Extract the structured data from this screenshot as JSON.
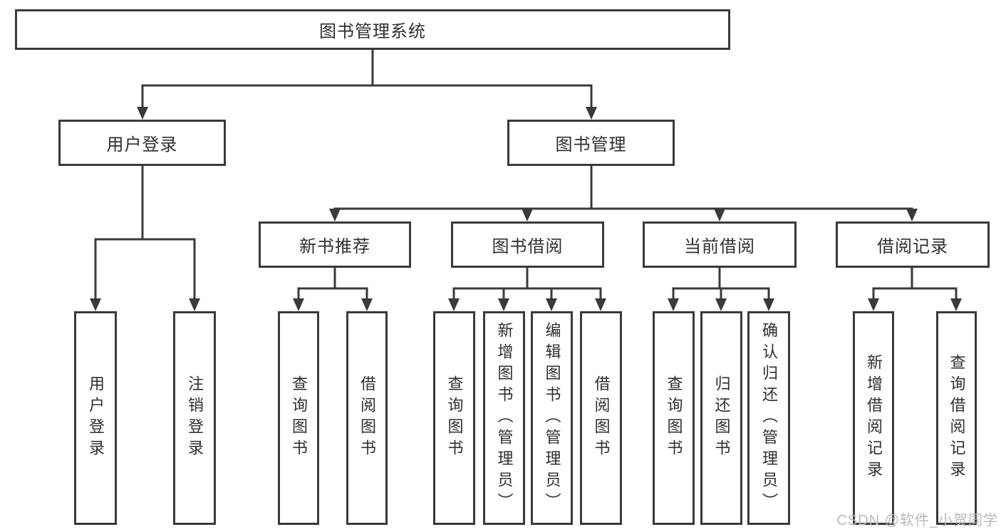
{
  "diagram_title": "图书管理系统",
  "watermark": "CSDN @软件_小贺同学",
  "colors": {
    "line": "#3a3a3a",
    "text": "#2f2f2f",
    "box_background": "#ffffff",
    "watermark": "#b4bac2"
  },
  "nodes": {
    "root": "图书管理系统",
    "level2": [
      "用户登录",
      "图书管理"
    ],
    "level3": [
      "新书推荐",
      "图书借阅",
      "当前借阅",
      "借阅记录"
    ],
    "leaves": [
      "用户登录",
      "注销登录",
      "查询图书",
      "借阅图书",
      "查询图书",
      "新增图书（管理员）",
      "编辑图书（管理员）",
      "借阅图书",
      "查询图书",
      "归还图书",
      "确认归还（管理员）",
      "新增借阅记录",
      "查询借阅记录"
    ]
  }
}
